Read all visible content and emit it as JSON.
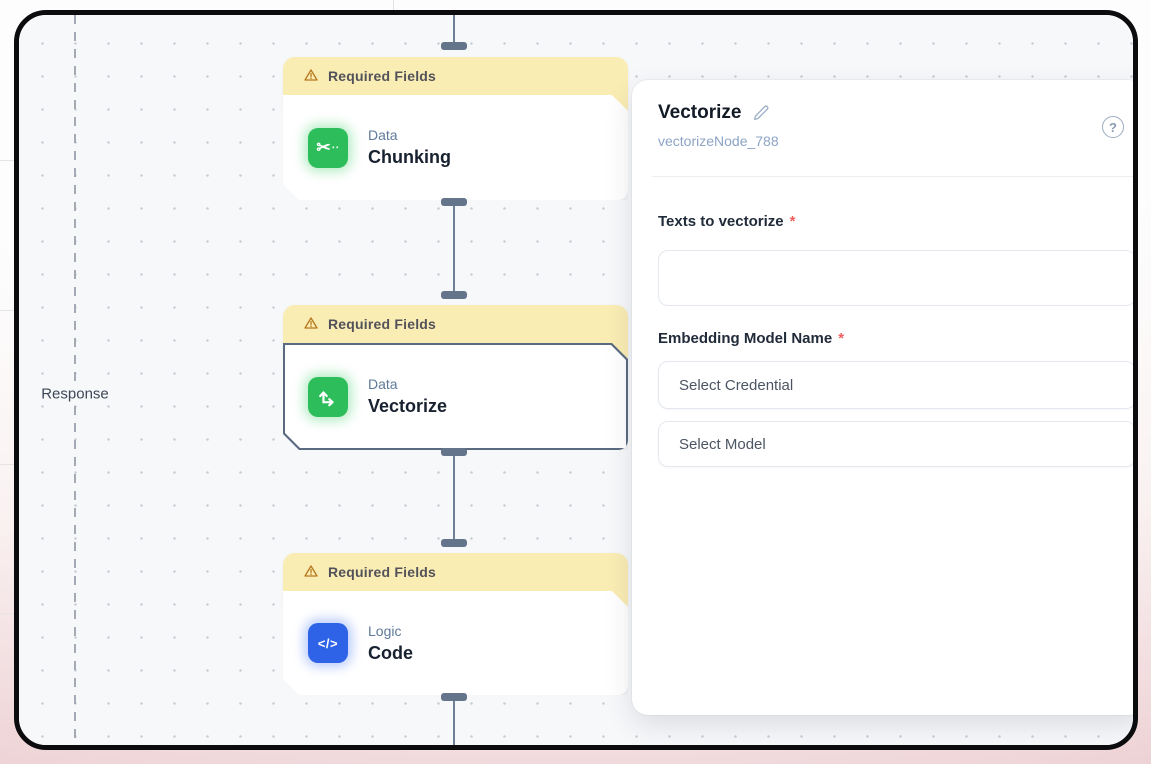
{
  "canvas": {
    "response_label": "Response"
  },
  "nodes": [
    {
      "banner": "Required Fields",
      "category": "Data",
      "title": "Chunking",
      "icon": "scissors-chunking-icon",
      "icon_glyph": "✂",
      "icon_dots": "∙∙",
      "accent": "#2ebd5b",
      "selected": false
    },
    {
      "banner": "Required Fields",
      "category": "Data",
      "title": "Vectorize",
      "icon": "vector-axes-icon",
      "accent": "#2ebd5b",
      "selected": true
    },
    {
      "banner": "Required Fields",
      "category": "Logic",
      "title": "Code",
      "icon": "code-brackets-icon",
      "icon_glyph": "</>",
      "accent": "#2e63e7",
      "selected": false
    }
  ],
  "panel": {
    "title": "Vectorize",
    "node_id": "vectorizeNode_788",
    "help_glyph": "?",
    "fields": {
      "texts": {
        "label": "Texts to vectorize",
        "required": "*",
        "value": ""
      },
      "embedding": {
        "label": "Embedding Model Name",
        "required": "*"
      },
      "credential": {
        "placeholder": "Select Credential"
      },
      "model": {
        "placeholder": "Select Model"
      }
    }
  },
  "colors": {
    "accent_green": "#2ebd5b",
    "accent_blue": "#2e63e7",
    "banner_bg": "#faedb4",
    "banner_text": "#53525a",
    "warning_icon": "#b7791f",
    "port": "#64748b",
    "edge": "#6e7f93",
    "selected_border": "#5b6b7f",
    "required_red": "#ee5f5f",
    "canvas_bg": "#f7f8fa"
  }
}
